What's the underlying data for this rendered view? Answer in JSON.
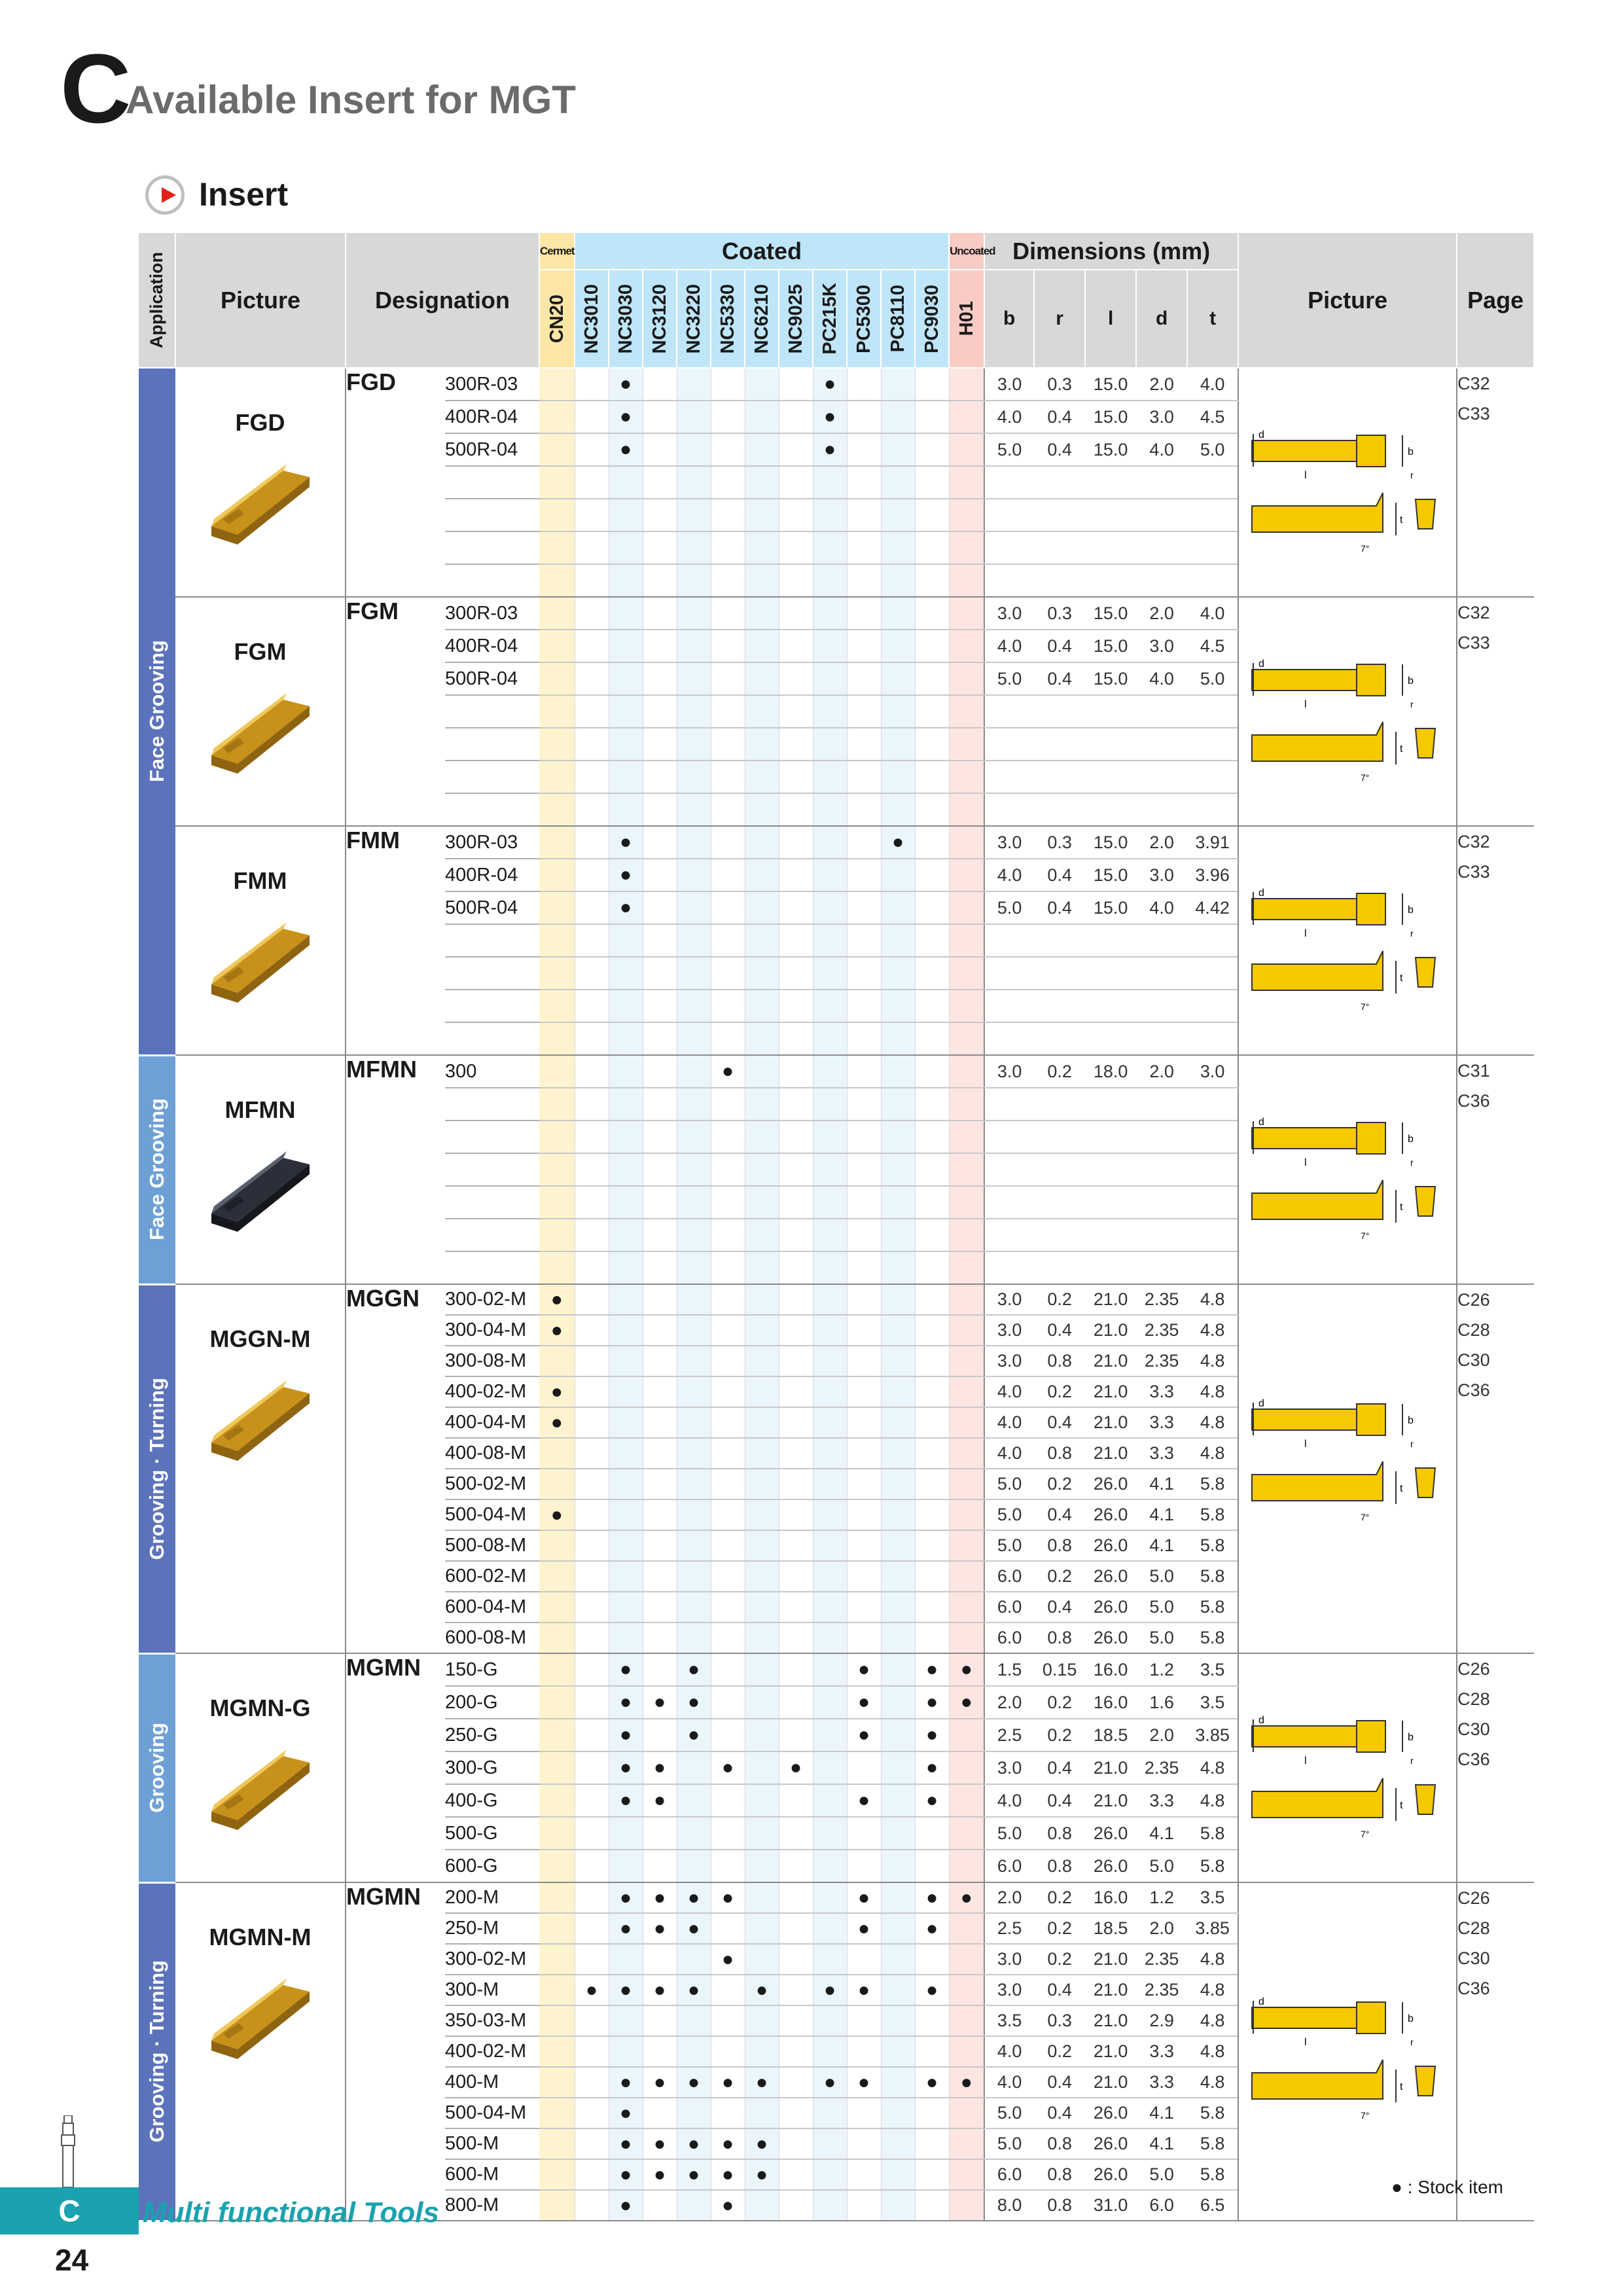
{
  "header": {
    "letter": "C",
    "title": "Available Insert for MGT"
  },
  "section": {
    "title": "Insert"
  },
  "table_header": {
    "application": "Application",
    "picture": "Picture",
    "designation": "Designation",
    "cermet": "Cermet",
    "coated": "Coated",
    "uncoated": "Uncoated",
    "dimensions": "Dimensions (mm)",
    "dim_cols": [
      "b",
      "r",
      "l",
      "d",
      "t"
    ],
    "picture2": "Picture",
    "page": "Page"
  },
  "grades": [
    "CN20",
    "NC3010",
    "NC3030",
    "NC3120",
    "NC3220",
    "NC5330",
    "NC6210",
    "NC9025",
    "PC215K",
    "PC5300",
    "PC8110",
    "PC9030",
    "H01"
  ],
  "groups": [
    {
      "app": "Face Grooving",
      "name": "FGD",
      "family": "FGD",
      "rows_total": 7,
      "pages": [
        "C32",
        "C33"
      ],
      "rows": [
        {
          "s": "300R-03",
          "g": [
            2,
            8
          ],
          "d": [
            "3.0",
            "0.3",
            "15.0",
            "2.0",
            "4.0"
          ]
        },
        {
          "s": "400R-04",
          "g": [
            2,
            8
          ],
          "d": [
            "4.0",
            "0.4",
            "15.0",
            "3.0",
            "4.5"
          ]
        },
        {
          "s": "500R-04",
          "g": [
            2,
            8
          ],
          "d": [
            "5.0",
            "0.4",
            "15.0",
            "4.0",
            "5.0"
          ]
        }
      ]
    },
    {
      "app": "Face Grooving",
      "name": "FGM",
      "family": "FGM",
      "rows_total": 7,
      "pages": [
        "C32",
        "C33"
      ],
      "rows": [
        {
          "s": "300R-03",
          "g": [],
          "d": [
            "3.0",
            "0.3",
            "15.0",
            "2.0",
            "4.0"
          ]
        },
        {
          "s": "400R-04",
          "g": [],
          "d": [
            "4.0",
            "0.4",
            "15.0",
            "3.0",
            "4.5"
          ]
        },
        {
          "s": "500R-04",
          "g": [],
          "d": [
            "5.0",
            "0.4",
            "15.0",
            "4.0",
            "5.0"
          ]
        }
      ]
    },
    {
      "app": "Face Grooving",
      "name": "FMM",
      "family": "FMM",
      "rows_total": 7,
      "pages": [
        "C32",
        "C33"
      ],
      "rows": [
        {
          "s": "300R-03",
          "g": [
            2,
            10
          ],
          "d": [
            "3.0",
            "0.3",
            "15.0",
            "2.0",
            "3.91"
          ]
        },
        {
          "s": "400R-04",
          "g": [
            2
          ],
          "d": [
            "4.0",
            "0.4",
            "15.0",
            "3.0",
            "3.96"
          ]
        },
        {
          "s": "500R-04",
          "g": [
            2
          ],
          "d": [
            "5.0",
            "0.4",
            "15.0",
            "4.0",
            "4.42"
          ]
        }
      ]
    },
    {
      "app": "Face Grooving",
      "name": "MFMN",
      "family": "MFMN",
      "rows_total": 7,
      "pages": [
        "C31",
        "C36"
      ],
      "rows": [
        {
          "s": "300",
          "g": [
            5
          ],
          "d": [
            "3.0",
            "0.2",
            "18.0",
            "2.0",
            "3.0"
          ]
        }
      ]
    },
    {
      "app": "Grooving · Turning",
      "name": "MGGN-M",
      "family": "MGGN",
      "rows_total": 12,
      "pages": [
        "C26",
        "C28",
        "C30",
        "C36"
      ],
      "rows": [
        {
          "s": "300-02-M",
          "g": [
            0
          ],
          "d": [
            "3.0",
            "0.2",
            "21.0",
            "2.35",
            "4.8"
          ]
        },
        {
          "s": "300-04-M",
          "g": [
            0
          ],
          "d": [
            "3.0",
            "0.4",
            "21.0",
            "2.35",
            "4.8"
          ]
        },
        {
          "s": "300-08-M",
          "g": [],
          "d": [
            "3.0",
            "0.8",
            "21.0",
            "2.35",
            "4.8"
          ]
        },
        {
          "s": "400-02-M",
          "g": [
            0
          ],
          "d": [
            "4.0",
            "0.2",
            "21.0",
            "3.3",
            "4.8"
          ]
        },
        {
          "s": "400-04-M",
          "g": [
            0
          ],
          "d": [
            "4.0",
            "0.4",
            "21.0",
            "3.3",
            "4.8"
          ]
        },
        {
          "s": "400-08-M",
          "g": [],
          "d": [
            "4.0",
            "0.8",
            "21.0",
            "3.3",
            "4.8"
          ]
        },
        {
          "s": "500-02-M",
          "g": [],
          "d": [
            "5.0",
            "0.2",
            "26.0",
            "4.1",
            "5.8"
          ]
        },
        {
          "s": "500-04-M",
          "g": [
            0
          ],
          "d": [
            "5.0",
            "0.4",
            "26.0",
            "4.1",
            "5.8"
          ]
        },
        {
          "s": "500-08-M",
          "g": [],
          "d": [
            "5.0",
            "0.8",
            "26.0",
            "4.1",
            "5.8"
          ]
        },
        {
          "s": "600-02-M",
          "g": [],
          "d": [
            "6.0",
            "0.2",
            "26.0",
            "5.0",
            "5.8"
          ]
        },
        {
          "s": "600-04-M",
          "g": [],
          "d": [
            "6.0",
            "0.4",
            "26.0",
            "5.0",
            "5.8"
          ]
        },
        {
          "s": "600-08-M",
          "g": [],
          "d": [
            "6.0",
            "0.8",
            "26.0",
            "5.0",
            "5.8"
          ]
        }
      ]
    },
    {
      "app": "Grooving",
      "name": "MGMN-G",
      "family": "MGMN",
      "rows_total": 7,
      "pages": [
        "C26",
        "C28",
        "C30",
        "C36"
      ],
      "rows": [
        {
          "s": "150-G",
          "g": [
            2,
            4,
            9,
            11,
            12
          ],
          "d": [
            "1.5",
            "0.15",
            "16.0",
            "1.2",
            "3.5"
          ]
        },
        {
          "s": "200-G",
          "g": [
            2,
            3,
            4,
            9,
            11,
            12
          ],
          "d": [
            "2.0",
            "0.2",
            "16.0",
            "1.6",
            "3.5"
          ]
        },
        {
          "s": "250-G",
          "g": [
            2,
            4,
            9,
            11
          ],
          "d": [
            "2.5",
            "0.2",
            "18.5",
            "2.0",
            "3.85"
          ]
        },
        {
          "s": "300-G",
          "g": [
            2,
            3,
            5,
            7,
            11
          ],
          "d": [
            "3.0",
            "0.4",
            "21.0",
            "2.35",
            "4.8"
          ]
        },
        {
          "s": "400-G",
          "g": [
            2,
            3,
            9,
            11
          ],
          "d": [
            "4.0",
            "0.4",
            "21.0",
            "3.3",
            "4.8"
          ]
        },
        {
          "s": "500-G",
          "g": [],
          "d": [
            "5.0",
            "0.8",
            "26.0",
            "4.1",
            "5.8"
          ]
        },
        {
          "s": "600-G",
          "g": [],
          "d": [
            "6.0",
            "0.8",
            "26.0",
            "5.0",
            "5.8"
          ]
        }
      ]
    },
    {
      "app": "Grooving · Turning",
      "name": "MGMN-M",
      "family": "MGMN",
      "rows_total": 11,
      "pages": [
        "C26",
        "C28",
        "C30",
        "C36"
      ],
      "rows": [
        {
          "s": "200-M",
          "g": [
            2,
            3,
            4,
            5,
            9,
            11,
            12
          ],
          "d": [
            "2.0",
            "0.2",
            "16.0",
            "1.2",
            "3.5"
          ]
        },
        {
          "s": "250-M",
          "g": [
            2,
            3,
            4,
            9,
            11
          ],
          "d": [
            "2.5",
            "0.2",
            "18.5",
            "2.0",
            "3.85"
          ]
        },
        {
          "s": "300-02-M",
          "g": [
            5
          ],
          "d": [
            "3.0",
            "0.2",
            "21.0",
            "2.35",
            "4.8"
          ]
        },
        {
          "s": "300-M",
          "g": [
            1,
            2,
            3,
            4,
            6,
            8,
            9,
            11
          ],
          "d": [
            "3.0",
            "0.4",
            "21.0",
            "2.35",
            "4.8"
          ]
        },
        {
          "s": "350-03-M",
          "g": [],
          "d": [
            "3.5",
            "0.3",
            "21.0",
            "2.9",
            "4.8"
          ]
        },
        {
          "s": "400-02-M",
          "g": [],
          "d": [
            "4.0",
            "0.2",
            "21.0",
            "3.3",
            "4.8"
          ]
        },
        {
          "s": "400-M",
          "g": [
            2,
            3,
            4,
            5,
            6,
            8,
            9,
            11,
            12
          ],
          "d": [
            "4.0",
            "0.4",
            "21.0",
            "3.3",
            "4.8"
          ]
        },
        {
          "s": "500-04-M",
          "g": [
            2
          ],
          "d": [
            "5.0",
            "0.4",
            "26.0",
            "4.1",
            "5.8"
          ]
        },
        {
          "s": "500-M",
          "g": [
            2,
            3,
            4,
            5,
            6
          ],
          "d": [
            "5.0",
            "0.8",
            "26.0",
            "4.1",
            "5.8"
          ]
        },
        {
          "s": "600-M",
          "g": [
            2,
            3,
            4,
            5,
            6
          ],
          "d": [
            "6.0",
            "0.8",
            "26.0",
            "5.0",
            "5.8"
          ]
        },
        {
          "s": "800-M",
          "g": [
            2,
            5
          ],
          "d": [
            "8.0",
            "0.8",
            "31.0",
            "6.0",
            "6.5"
          ]
        }
      ]
    }
  ],
  "app_bands": [
    {
      "label": "Face Grooving",
      "rows": 21,
      "tone": "dark"
    },
    {
      "label": "Face Grooving",
      "rows": 7,
      "tone": "light"
    },
    {
      "label": "Grooving · Turning",
      "rows": 12,
      "tone": "dark"
    },
    {
      "label": "Grooving",
      "rows": 7,
      "tone": "light"
    },
    {
      "label": "Grooving · Turning",
      "rows": 11,
      "tone": "dark"
    }
  ],
  "stock_mark": "●",
  "legend": {
    "symbol": "●",
    "text": ": Stock item"
  },
  "footer": {
    "section": "C",
    "title": "Multi functional Tools",
    "page": "24"
  },
  "colors": {
    "application": "#5b73ba",
    "application_light": "#6ea0d6",
    "coated": "#bfe6f8",
    "cermet": "#fbe6a6",
    "uncoated": "#f9cbc4",
    "accent": "#1aa2ae",
    "insert_gold": "#c8921a"
  }
}
